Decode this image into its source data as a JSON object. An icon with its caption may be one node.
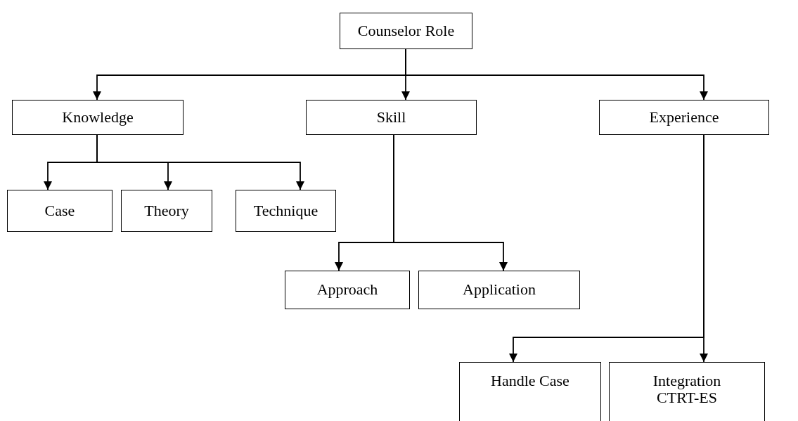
{
  "diagram": {
    "nodes": [
      {
        "text": [
          "Counselor Role"
        ]
      },
      {
        "text": [
          "Knowledge"
        ]
      },
      {
        "text": [
          "Skill"
        ]
      },
      {
        "text": [
          "Experience"
        ]
      },
      {
        "text": [
          "Case"
        ]
      },
      {
        "text": [
          "Theory"
        ]
      },
      {
        "text": [
          "Technique"
        ]
      },
      {
        "text": [
          "Approach"
        ]
      },
      {
        "text": [
          "Application"
        ]
      },
      {
        "text": [
          "Handle Case"
        ]
      },
      {
        "text": [
          "Integration CTRT-ES"
        ]
      }
    ],
    "edges": [
      {
        "from": 0,
        "to": 1,
        "arrow": "to"
      },
      {
        "from": 0,
        "to": 2,
        "arrow": "to"
      },
      {
        "from": 0,
        "to": 3,
        "arrow": "to"
      },
      {
        "from": 1,
        "to": 4,
        "arrow": "to"
      },
      {
        "from": 1,
        "to": 5,
        "arrow": "to"
      },
      {
        "from": 1,
        "to": 6,
        "arrow": "to"
      },
      {
        "from": 2,
        "to": 7,
        "arrow": "to"
      },
      {
        "from": 2,
        "to": 8,
        "arrow": "to"
      },
      {
        "from": 3,
        "to": 9,
        "arrow": "to"
      },
      {
        "from": 3,
        "to": 10,
        "arrow": "to"
      }
    ]
  }
}
